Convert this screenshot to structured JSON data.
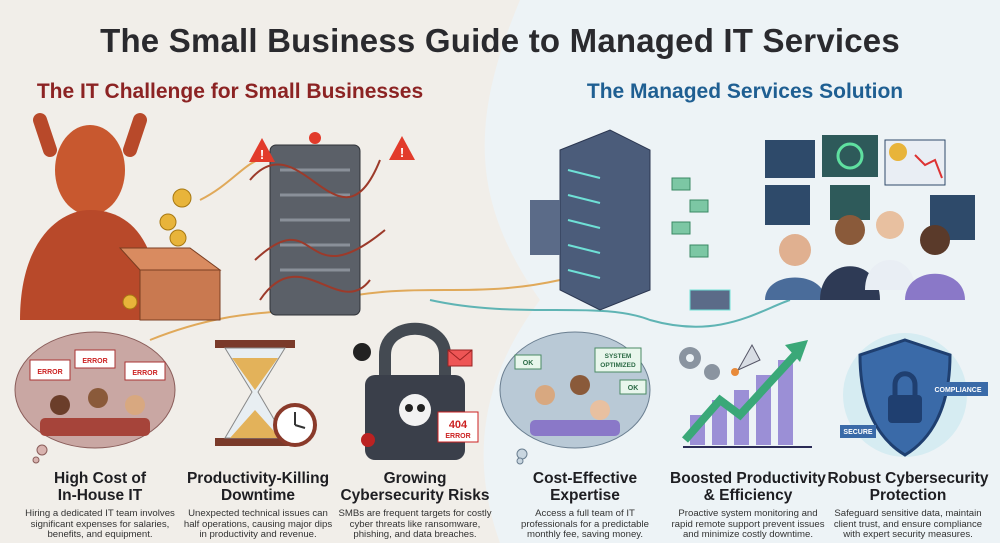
{
  "header": {
    "title": "The Small Business Guide to Managed IT Services"
  },
  "challenge": {
    "title": "The IT Challenge for Small Businesses",
    "color": "#8c2323",
    "cards": [
      {
        "title_l1": "High Cost of",
        "title_l2": "In-House IT",
        "desc": [
          "Hiring a dedicated IT team involves",
          "significant expenses for salaries,",
          "benefits, and equipment."
        ]
      },
      {
        "title_l1": "Productivity-Killing",
        "title_l2": "Downtime",
        "desc": [
          "Unexpected technical issues can",
          "half operations, causing major dips",
          "in productivity and revenue."
        ]
      },
      {
        "title_l1": "Growing",
        "title_l2": "Cybersecurity Risks",
        "desc": [
          "SMBs are frequent targets for costly",
          "cyber threats like ransomware,",
          "phishing, and data breaches."
        ]
      }
    ],
    "illustration_labels": {
      "error1": "ERROR",
      "error2": "ERROR",
      "error3": "ERROR",
      "code404": "404",
      "error404": "ERROR"
    }
  },
  "solution": {
    "title": "The Managed Services Solution",
    "color": "#1f5f92",
    "cards": [
      {
        "title_l1": "Cost-Effective",
        "title_l2": "Expertise",
        "desc": [
          "Access a full team of IT",
          "professionals for a predictable",
          "monthly fee, saving money."
        ]
      },
      {
        "title_l1": "Boosted Productivity",
        "title_l2": "& Efficiency",
        "desc": [
          "Proactive system monitoring and",
          "rapid remote support prevent issues",
          "and minimize costly downtime."
        ]
      },
      {
        "title_l1": "Robust Cybersecurity",
        "title_l2": "Protection",
        "desc": [
          "Safeguard sensitive data, maintain",
          "client trust, and ensure compliance",
          "with expert security measures."
        ]
      }
    ],
    "illustration_labels": {
      "ok1": "OK",
      "ok2": "OK",
      "system": "SYSTEM",
      "optimized": "OPTIMIZED",
      "compliance": "COMPLIANCE",
      "secure": "SECURE"
    }
  },
  "icons": [
    "stressed-person-icon",
    "coins-icon",
    "open-box-icon",
    "tangled-server-icon",
    "warning-icon",
    "frustrated-team-icon",
    "hourglass-icon",
    "clock-icon",
    "padlock-skull-icon",
    "bug-icon",
    "email-icon",
    "server-rack-icon",
    "dashboard-screens-icon",
    "support-team-icon",
    "rocket-icon",
    "gears-icon",
    "growth-chart-icon",
    "shield-lock-icon"
  ],
  "colors": {
    "challenge_bg": "#f1eee9",
    "solution_bg": "#edf3f6",
    "wire_orange": "#e0a95a",
    "wire_teal": "#5fb4b4"
  }
}
